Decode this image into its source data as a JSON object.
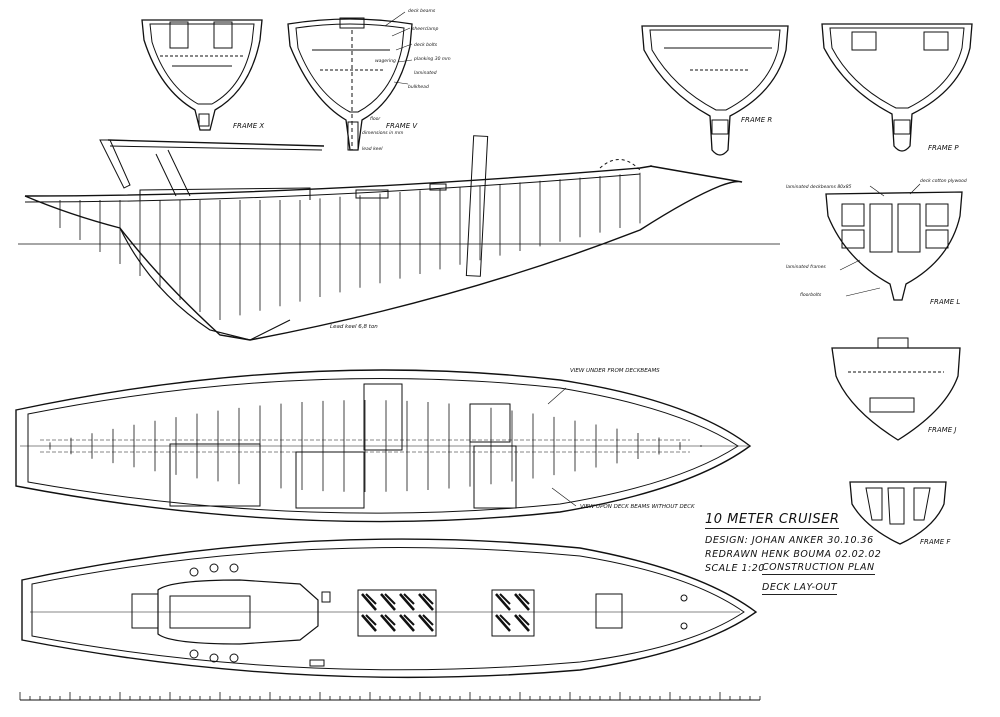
{
  "title_block": {
    "title": "10 METER CRUISER",
    "design": "DESIGN: JOHAN ANKER 30.10.36",
    "redrawn": "REDRAWN HENK BOUMA 02.02.02",
    "scale": "SCALE 1:20",
    "plan1": "CONSTRUCTION PLAN",
    "plan2": "DECK LAY-OUT"
  },
  "frames": {
    "x": "FRAME X",
    "v": "FRAME V",
    "r": "FRAME R",
    "p": "FRAME P",
    "l": "FRAME L",
    "j": "FRAME J",
    "f": "FRAME F"
  },
  "plan_notes": {
    "view_under": "VIEW UNDER FROM DECKBEAMS",
    "view_upon": "VIEW UPON DECK BEAMS WITHOUT DECK",
    "lead_keel": "Lead keel 6,8 ton"
  },
  "colors": {
    "ink": "#111111",
    "paper": "#ffffff"
  }
}
